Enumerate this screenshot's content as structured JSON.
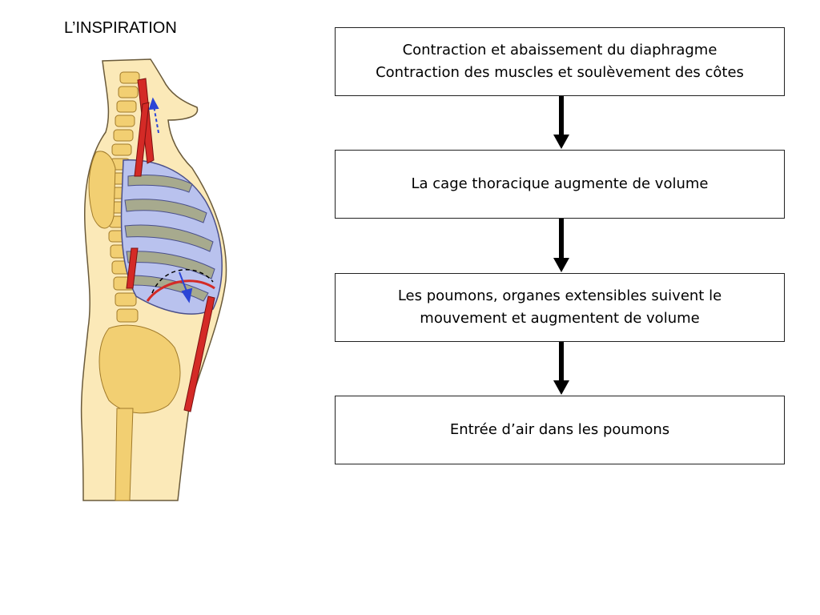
{
  "title": "L’INSPIRATION",
  "flow": {
    "step1": {
      "line1": "Contraction et abaissement du diaphragme",
      "line2": "Contraction des muscles et soulèvement des côtes"
    },
    "step2": {
      "text": "La cage thoracique augmente de volume"
    },
    "step3": {
      "text": "Les poumons, organes extensibles suivent le mouvement et augmentent de volume"
    },
    "step4": {
      "text": "Entrée d’air dans les poumons"
    }
  },
  "colors": {
    "skin": "#fbe9b8",
    "bone": "#f2cf72",
    "rib_cage": "#b9c2ee",
    "rib": "#a7aa8e",
    "muscle": "#d42a26",
    "movement_arrow": "#2b45d6",
    "flow_arrow": "#000000"
  },
  "icons": {
    "movement": "blue-arrow-icon",
    "flow": "down-arrow-icon"
  }
}
